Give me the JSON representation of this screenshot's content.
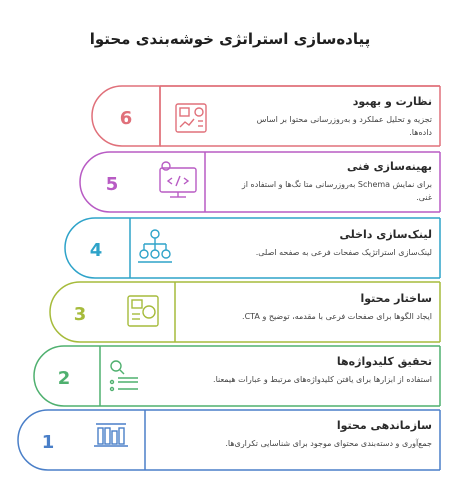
{
  "title": "پیاده‌سازی استراتژی خوشه‌بندی محتوا",
  "steps": [
    {
      "number": "6",
      "heading": "نظارت و بهبود",
      "desc": "تجزیه و تحلیل عملکرد و به‌روزرسانی محتوا بر اساس داده‌ها.",
      "color": "#e0707a",
      "icon": "analytics-board-icon"
    },
    {
      "number": "5",
      "heading": "بهینه‌سازی فنی",
      "desc": "برای نمایش Schema به‌روزرسانی متا تگ‌ها و استفاده از غنی.",
      "color": "#b85bc4",
      "icon": "settings-code-icon"
    },
    {
      "number": "4",
      "heading": "لینک‌سازی داخلی",
      "desc": "لینک‌سازی استراتژیک صفحات فرعی به صفحه اصلی.",
      "color": "#2ea3c9",
      "icon": "network-hierarchy-icon"
    },
    {
      "number": "3",
      "heading": "ساختار محتوا",
      "desc": "ایجاد الگوها برای صفحات فرعی با مقدمه، توضیح و CTA.",
      "color": "#a6bb3b",
      "icon": "content-structure-icon"
    },
    {
      "number": "2",
      "heading": "تحقیق کلیدواژه‌ها",
      "desc": "استفاده از ابزارها برای یافتن کلیدواژه‌های مرتبط و عبارات هیمعنا.",
      "color": "#4fb06f",
      "icon": "search-list-icon"
    },
    {
      "number": "1",
      "heading": "سازماندهی محتوا",
      "desc": "جمع‌آوری و دسته‌بندی محتوای موجود برای شناسایی تکراری‌ها.",
      "color": "#4a7fc8",
      "icon": "library-books-icon"
    }
  ]
}
